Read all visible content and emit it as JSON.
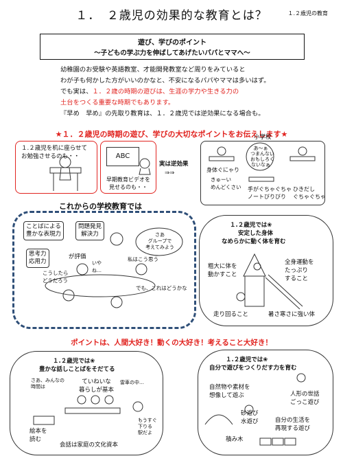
{
  "header": {
    "title": "１．　２歳児の効果的な教育とは？",
    "subtitle": "１.２歳児の教育"
  },
  "headline_box": {
    "line1": "遊び、学びのポイント",
    "line2": "～子どもの学ぶ力を伸ばしてあげたいパパとママへ～"
  },
  "intro": {
    "line1": "幼稚園のお受験や英語教室、才能開発教室など周りをみていると",
    "line2": "わが子も何かした方がいいのかなと、不安になるパパやママは多いはず。",
    "line3_plain": "でも実は、",
    "line3_red": "１．２歳の時期の遊びは、生涯の学力や生きる力の",
    "line4_red": "土台をつくる重要な時期でもあります。",
    "line5": "『早め　早め』の先取り教育は、１．２歳児では逆効果になる場合も。"
  },
  "star_heading": "★１．２歳児の時期の遊び、学びの大切なポイントをお伝えします★",
  "comparison": {
    "box1_text": "１.２歳児を机に座らせて\nお勉強させるのも・・",
    "box2_board": "ABC",
    "box2_text": "早期教育ビデオを\n見せるのも・・",
    "arrow_label": "実は逆効果",
    "arrow": "⇒⇒",
    "school_label": "小学校",
    "school_bubble": "あ～ぁ\nつまんない\nおもしろく\nないなぁ",
    "school_bubble2": "きゅーい\nめんどくさい",
    "school_items": [
      "身体ぐにゃり",
      "手がぐちゃぐちゃ\nノートびりびり",
      "ひきだし\nぐちゃぐちゃ"
    ]
  },
  "future_school": {
    "heading": "これからの学校教育では",
    "skills": [
      "ことばによる\n豊かな表現力",
      "問題発見\n解決力",
      "思考力\n応用力"
    ],
    "evaluated": "が評価",
    "bubbles": [
      "さあ\nグループで\n考えてみよう",
      "こうしたら\nどうだろう",
      "いや\nね…",
      "私はこう思う",
      "でも、これはどうかな"
    ]
  },
  "body_box": {
    "heading_1": "１.２歳児では❀",
    "heading_2": "安定した身体",
    "heading_3": "なめらかに動く体を育む",
    "labels": [
      "粗大に体を\n動かすこと",
      "全身運動を\nたっぷり\nすること",
      "走り回ること",
      "暑さ寒さに強い体"
    ]
  },
  "point_line": "ポイントは、人間大好き！動くの大好き！考えること大好き！",
  "language_box": {
    "heading_1": "１.２歳児では❀",
    "heading_2": "豊かな話しことばをそだてる",
    "labels": [
      "ていねいな\n暮らしが基本",
      "絵本を\n読む",
      "会話は家庭の文化資本"
    ],
    "bubbles": [
      "さあ、みんなの\n時間は",
      "雷車の中…",
      "もうすぐ\n下りる\n駅だよ"
    ]
  },
  "play_box": {
    "heading_1": "１.２歳児では❀",
    "heading_2": "自分で遊びをつくりだす力を育む",
    "labels": [
      "自然物や素材を\n想像して遊ぶ",
      "人形の世話\nごっこ遊び",
      "砂遊び\n水遊び",
      "自分の生活を\n再現する遊び",
      "積み木"
    ]
  }
}
